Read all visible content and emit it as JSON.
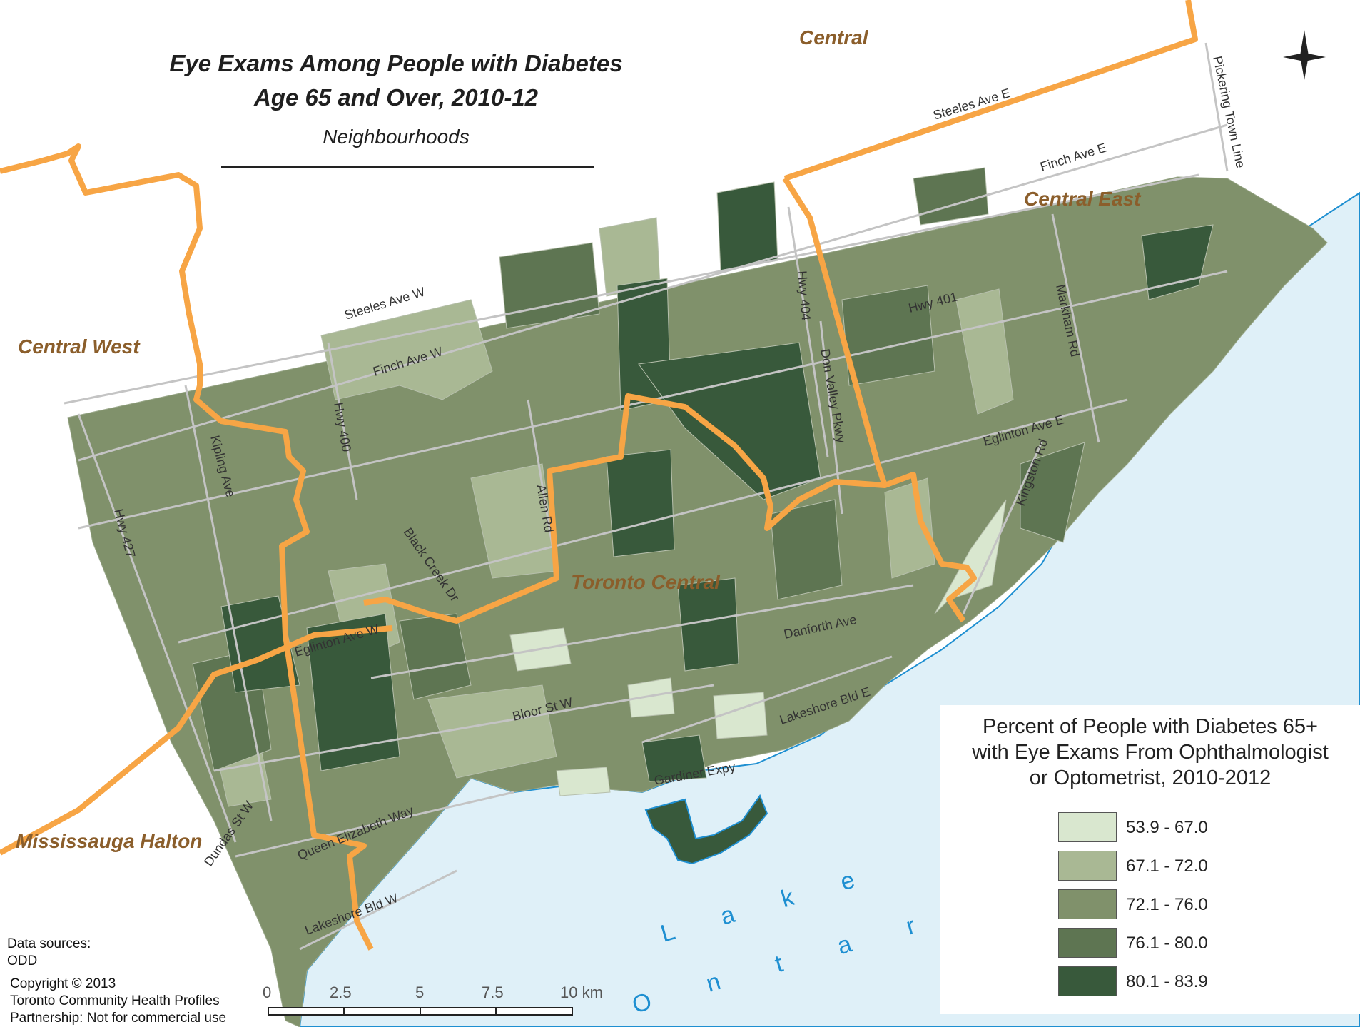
{
  "title": {
    "line1": "Eye Exams Among People with Diabetes",
    "line2": "Age 65 and Over, 2010-12",
    "line3": "Neighbourhoods"
  },
  "regions": {
    "central": "Central",
    "central_east": "Central East",
    "central_west": "Central West",
    "toronto_central": "Toronto Central",
    "mississauga_halton": "Mississauga Halton"
  },
  "roads": {
    "steeles_e": "Steeles Ave E",
    "steeles_w": "Steeles Ave W",
    "finch_e": "Finch Ave E",
    "finch_w": "Finch Ave  W",
    "hwy401": "Hwy 401",
    "hwy404": "Hwy 404",
    "hwy400": "Hwy 400",
    "hwy427": "Hwy 427",
    "don_valley": "Don Valley Pkwy",
    "markham": "Markham Rd",
    "pickering": "Pickering Town Line",
    "kipling": "Kipling Ave",
    "allen": "Allen Rd",
    "black_creek": "Black Creek Dr",
    "eglinton_e": "Eglinton Ave E",
    "eglinton_w": "Eglinton Ave W",
    "kingston": "Kingston Rd",
    "danforth": "Danforth Ave",
    "bloor": "Bloor St W",
    "lakeshore_e": "Lakeshore Bld E",
    "lakeshore_w": "Lakeshore Bld W",
    "gardiner": "Gardiner Expy",
    "qew": "Queen Elizabeth Way",
    "dundas": "Dundas St W"
  },
  "lake": {
    "word1": "L a k e",
    "word2": "O n t a r i o"
  },
  "legend": {
    "title_line1": "Percent of People with Diabetes 65+",
    "title_line2": "with Eye Exams From Ophthalmologist",
    "title_line3": "or Optometrist, 2010-2012",
    "classes": [
      {
        "label": "53.9 - 67.0",
        "color": "#d9e7cf"
      },
      {
        "label": "67.1 - 72.0",
        "color": "#a9b894"
      },
      {
        "label": "72.1 - 76.0",
        "color": "#80916b"
      },
      {
        "label": "76.1 - 80.0",
        "color": "#5e7552"
      },
      {
        "label": "80.1 - 83.9",
        "color": "#38593b"
      }
    ]
  },
  "scale": {
    "ticks": [
      "0",
      "2.5",
      "5",
      "7.5",
      "10 km"
    ]
  },
  "source": {
    "line1": "Data sources:",
    "line2": "ODD",
    "line3": "Copyright © 2013",
    "line4": "Toronto Community Health Profiles",
    "line5": "Partnership: Not for commercial use"
  },
  "colors": {
    "water": "#dff0f8",
    "shoreline": "#1e8fd1",
    "boundary": "#f7a545",
    "region_label": "#8b5e2b",
    "road": "#c4c4c4"
  }
}
